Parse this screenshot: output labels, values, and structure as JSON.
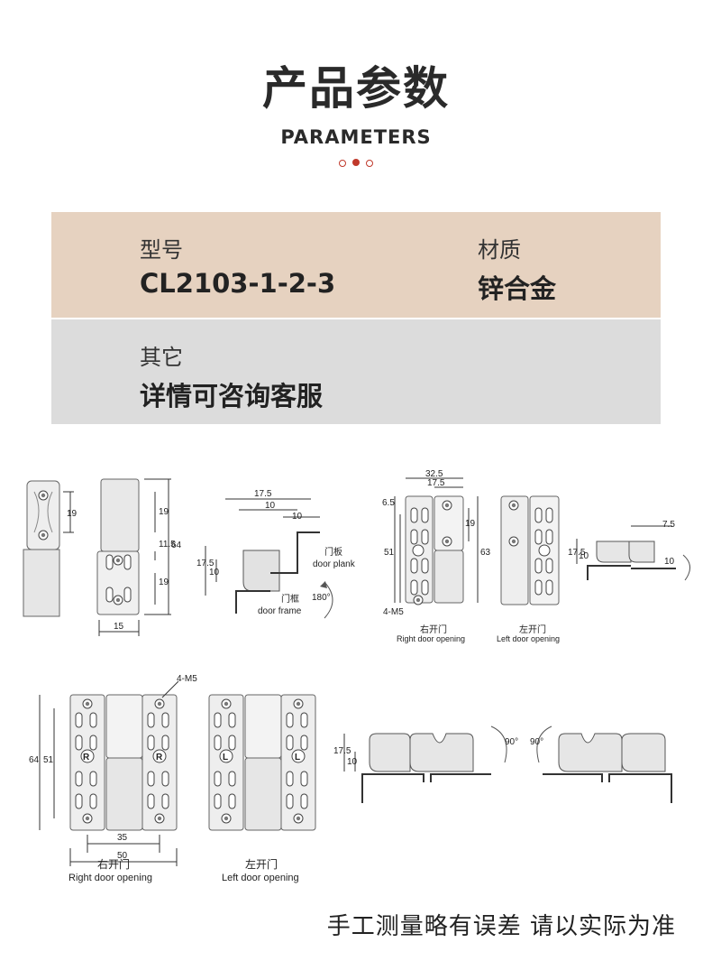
{
  "header": {
    "title": "产品参数",
    "subtitle": "PARAMETERS"
  },
  "colors": {
    "accent": "#c0392b",
    "panel_top": "#e6d2c0",
    "panel_bottom": "#dcdcdc"
  },
  "specs": {
    "model_label": "型号",
    "model_value": "CL2103-1-2-3",
    "material_label": "材质",
    "material_value": "锌合金",
    "other_label": "其它",
    "other_value": "详情可咨询客服"
  },
  "drawing": {
    "dims_a": [
      "19",
      "19",
      "11.5",
      "19",
      "64",
      "15"
    ],
    "dims_b": [
      "17.5",
      "10",
      "10",
      "17.5",
      "10"
    ],
    "door_plank_cn": "门板",
    "door_plank_en": "door plank",
    "door_frame_cn": "门框",
    "door_frame_en": "door frame",
    "angle_a": "180°",
    "dims_c": [
      "32.5",
      "17.5",
      "6.5",
      "51",
      "19",
      "63"
    ],
    "screw": "4-M5",
    "right_cn": "右开门",
    "right_en": "Right door opening",
    "left_cn": "左开门",
    "left_en": "Left door opening",
    "dims_d": [
      "7.5",
      "17.5",
      "10",
      "10"
    ],
    "dims_e": [
      "4-M5",
      "64",
      "51",
      "35",
      "50"
    ],
    "dims_f": [
      "17.5",
      "10"
    ],
    "angle_90": "90°",
    "letter_r": "R",
    "letter_l": "L"
  },
  "footer": {
    "note": "手工测量略有误差 请以实际为准"
  }
}
